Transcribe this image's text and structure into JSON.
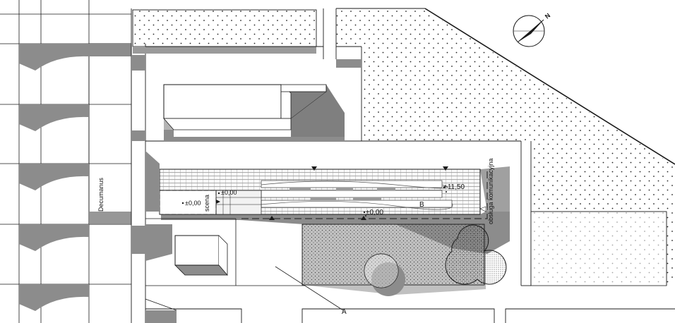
{
  "labels": {
    "decumanus": "Decumanus",
    "scena": "scena",
    "level_stage": "±0,00",
    "level_left": "±0,00",
    "level_top": "+11,50",
    "level_bottom": "±0,00",
    "section_b": "B",
    "section_a": "A",
    "obsluga": "obsługa komunikacyjna",
    "north": "N"
  },
  "colors": {
    "line": "#1a1a1a",
    "shadow": "#8c8c8c",
    "shadow_light": "#b4b4b4",
    "dots": "#222222"
  }
}
